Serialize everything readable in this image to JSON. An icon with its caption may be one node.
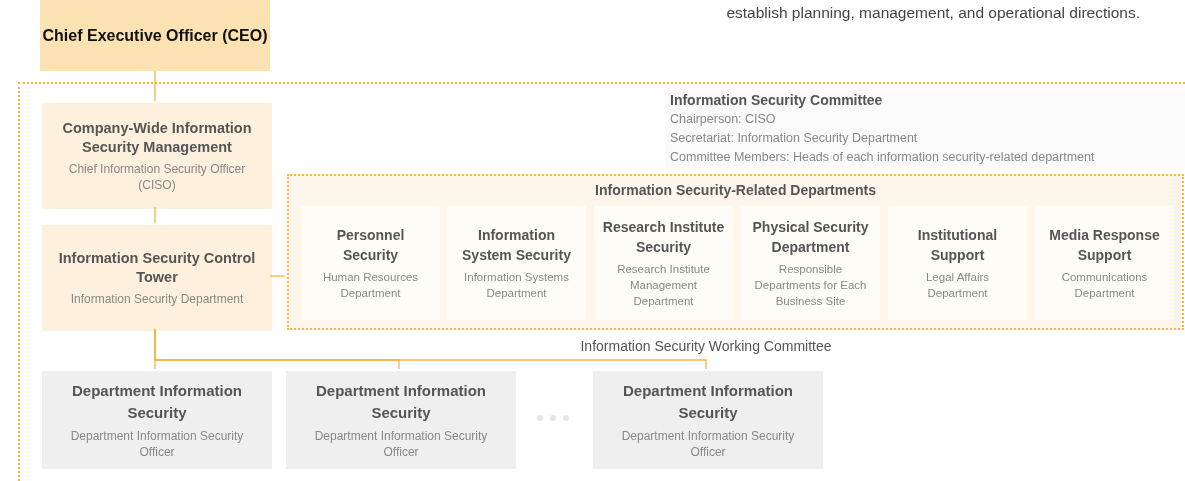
{
  "diagram": {
    "nodes": [
      {
        "text": [
          "Chief Executive Officer (CEO)"
        ]
      },
      {
        "text": [
          "Information Security Committee",
          "Chairperson: CISO",
          "Secretariat: Information Security Department",
          "Committee Members: Heads of each information security-related department"
        ]
      },
      {
        "text": [
          "Company-Wide Information Security Management",
          "Chief Information Security Officer (CISO)"
        ],
        "in": 1
      },
      {
        "text": [
          "Information Security Control Tower",
          "Information Security Department"
        ],
        "in": 1
      },
      {
        "text": [
          "Information Security-Related Departments"
        ],
        "in": 1
      },
      {
        "text": [
          "Personnel Security",
          "Human Resources Department"
        ],
        "in": 4
      },
      {
        "text": [
          "Information System Security",
          "Information Systems Department"
        ],
        "in": 4
      },
      {
        "text": [
          "Research Institute Security",
          "Research Institute Management Department"
        ],
        "in": 4
      },
      {
        "text": [
          "Physical Security Department",
          "Responsible Departments for Each Business Site"
        ],
        "in": 4
      },
      {
        "text": [
          "Institutional Support",
          "Legal Affairs Department"
        ],
        "in": 4
      },
      {
        "text": [
          "Media Response Support",
          "Communications Department"
        ],
        "in": 4
      },
      {
        "text": [
          "Department Information Security",
          "Department Information Security Officer"
        ],
        "in": 1
      },
      {
        "text": [
          "Department Information Security",
          "Department Information Security Officer"
        ],
        "in": 1
      },
      {
        "text": [
          "Department Information Security",
          "Department Information Security Officer"
        ],
        "in": 1
      }
    ],
    "edges": [
      {
        "from": 0,
        "to": 2,
        "arrow": "none"
      },
      {
        "from": 2,
        "to": 3,
        "arrow": "none"
      },
      {
        "from": 3,
        "to": 4,
        "arrow": "none"
      },
      {
        "from": 3,
        "to": 11,
        "arrow": "none"
      },
      {
        "from": 3,
        "to": 12,
        "arrow": "none"
      },
      {
        "from": 3,
        "to": 13,
        "arrow": "none"
      }
    ],
    "labels": [
      "establish planning, management, and operational directions.",
      "Information Security Working Committee"
    ]
  }
}
